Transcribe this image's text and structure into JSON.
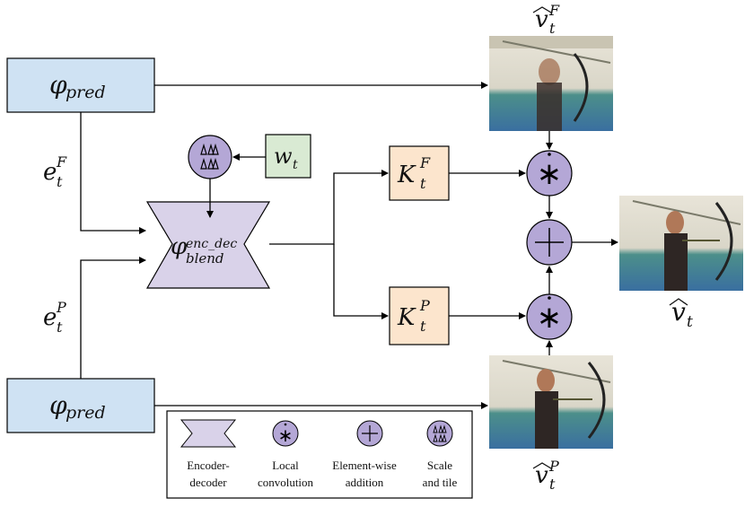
{
  "labels": {
    "phi_pred_top": "pred",
    "phi_pred_bottom": "pred",
    "e_F": "e",
    "e_F_sup": "F",
    "e_F_sub": "t",
    "e_P": "e",
    "e_P_sup": "P",
    "e_P_sub": "t",
    "w_t": "w",
    "w_t_sub": "t",
    "blend_sup": "enc_dec",
    "blend_sub": "blend",
    "K_F": "K",
    "K_F_sup": "F",
    "K_F_sub": "t",
    "K_P": "K",
    "K_P_sup": "P",
    "K_P_sub": "t",
    "v_F": "v",
    "v_F_sup": "F",
    "v_F_sub": "t",
    "v_P": "v",
    "v_P_sup": "P",
    "v_P_sub": "t",
    "v_out": "v",
    "v_out_sub": "t"
  },
  "legend": {
    "encoder_decoder": [
      "Encoder-",
      "decoder"
    ],
    "local_convolution": [
      "Local",
      "convolution"
    ],
    "element_wise_addition": [
      "Element-wise",
      "addition"
    ],
    "scale_and_tile": [
      "Scale",
      "and tile"
    ]
  },
  "colors": {
    "phi_box": "#cfe2f3",
    "blend_box": "#d9d2e9",
    "k_box": "#fce5cd",
    "w_box": "#d9ead3",
    "op_circle": "#b4a7d6",
    "stroke": "#000000"
  }
}
